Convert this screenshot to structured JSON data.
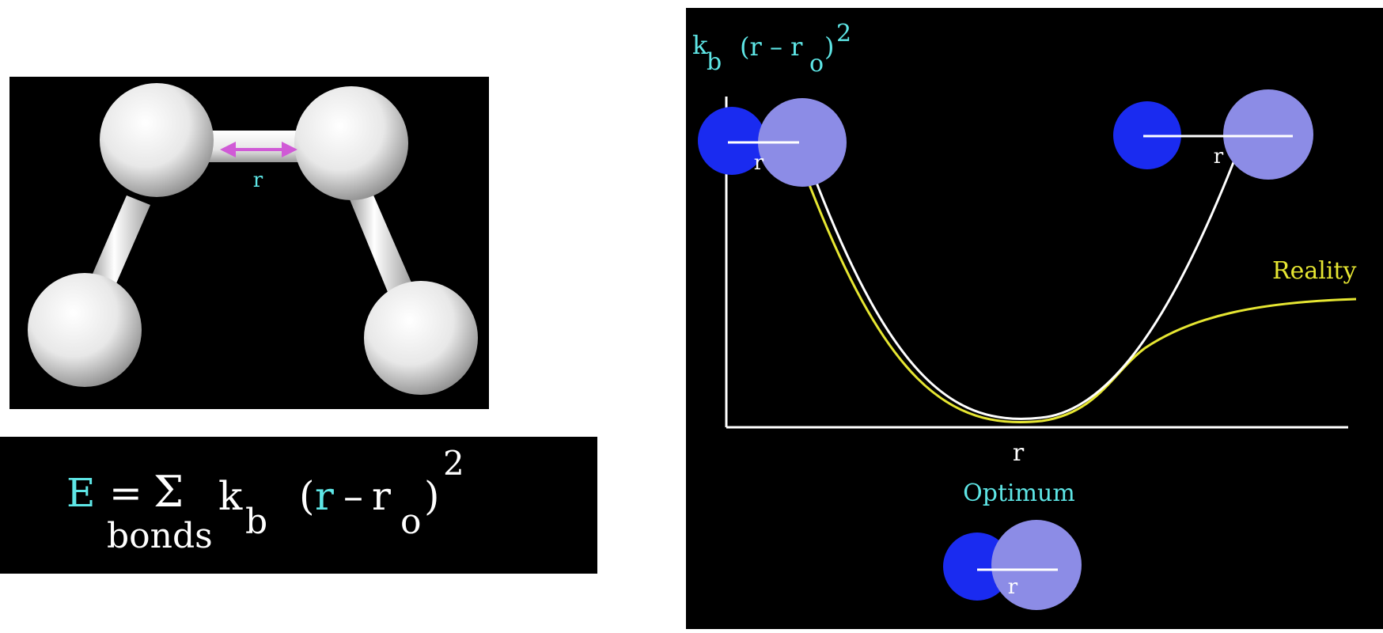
{
  "colors": {
    "background": "#000000",
    "cyan": "#5ee6e6",
    "white": "#ffffff",
    "yellow": "#e6e632",
    "magenta": "#d05ad6",
    "atom_blue": "#1a2bf0",
    "atom_lavender": "#8c8ce6",
    "atom_white": "#e6e6e6"
  },
  "molecule": {
    "bond_label": "r"
  },
  "equation": {
    "E": "E",
    "equals": "=",
    "sigma": "Σ",
    "sub_bonds": "bonds",
    "k": "k",
    "k_sub": "b",
    "open_paren": "(",
    "r": "r",
    "minus": "–",
    "r2": "r",
    "r_sub": "o",
    "close_paren": ")",
    "exponent": "2"
  },
  "plot": {
    "ylabel": {
      "k": "k",
      "k_sub": "b",
      "expr": "(r – r",
      "r_sub": "o",
      "close": ")",
      "exp": "2"
    },
    "xlabel": "r",
    "reality_label": "Reality",
    "optimum_label": "Optimum",
    "compressed_label": "r",
    "stretched_label": "r",
    "optimum_pair_label": "r"
  }
}
